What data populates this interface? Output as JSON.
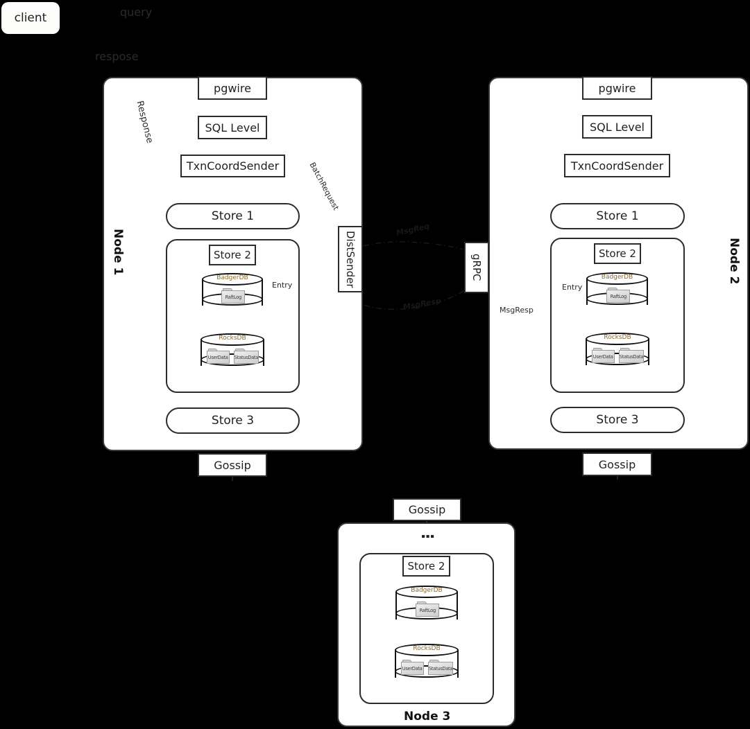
{
  "diagram": {
    "title": "CockroachDB multi-node architecture",
    "background_color": "#000000",
    "box_fill": "#ffffff",
    "text_color": "#1f1f1f",
    "db_title_color": "#8a6a2f"
  },
  "client": {
    "label": "client",
    "query_label": "query",
    "response_label": "respose"
  },
  "node1": {
    "side_label": "Node 1",
    "pgwire": "pgwire",
    "sql_level": "SQL Level",
    "txn_coord_sender": "TxnCoordSender",
    "store1": "Store 1",
    "store2": "Store 2",
    "store3": "Store 3",
    "gossip": "Gossip",
    "distsender": "DistSender",
    "badgerdb": "BadgerDB",
    "badgerdb_folder": "RaftLog",
    "rocksdb": "RocksDB",
    "rocksdb_folder1": "UserData",
    "rocksdb_folder2": "StatusData",
    "entry_label": "Entry",
    "response_edge": "Response",
    "batch_request_edge": "BatchRequest"
  },
  "node2": {
    "side_label": "Node 2",
    "pgwire": "pgwire",
    "sql_level": "SQL Level",
    "txn_coord_sender": "TxnCoordSender",
    "store1": "Store 1",
    "store2": "Store 2",
    "store3": "Store 3",
    "gossip": "Gossip",
    "grpc": "gRPC",
    "badgerdb": "BadgerDB",
    "badgerdb_folder": "RaftLog",
    "rocksdb": "RocksDB",
    "rocksdb_folder1": "UserData",
    "rocksdb_folder2": "StatusData",
    "entry_label": "Entry",
    "msgresp_label": "MsgResp"
  },
  "node3": {
    "bottom_label": "Node 3",
    "gossip": "Gossip",
    "store2": "Store 2",
    "badgerdb": "BadgerDB",
    "badgerdb_folder": "RaftLog",
    "rocksdb": "RocksDB",
    "rocksdb_folder1": "UserData",
    "rocksdb_folder2": "StatusData",
    "ellipsis": "⋮"
  },
  "interconnect": {
    "msg_req": "MsgReq",
    "msg_resp": "MsgResp"
  }
}
